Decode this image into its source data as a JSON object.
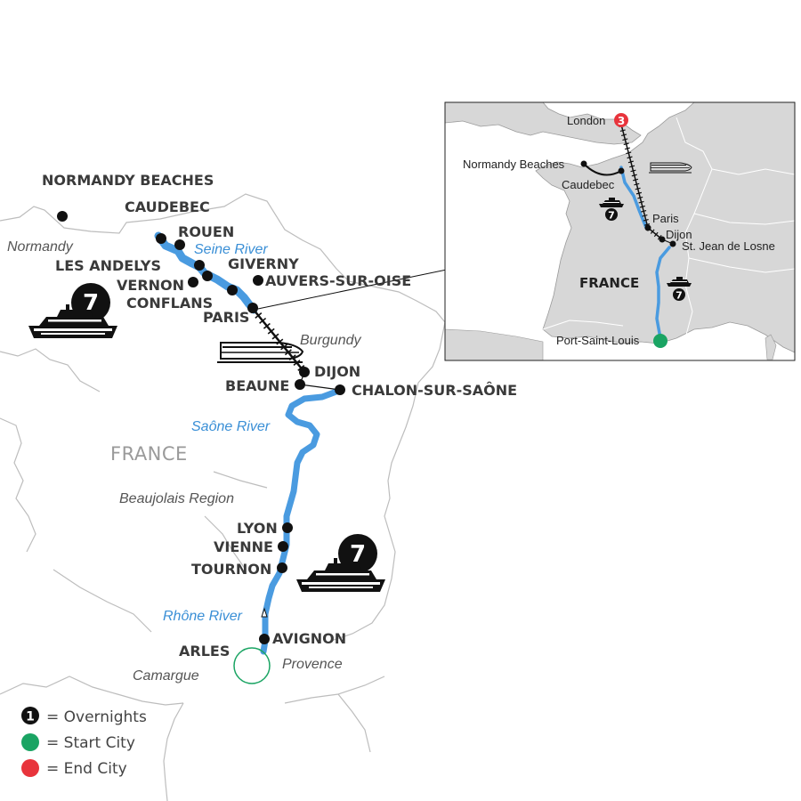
{
  "colors": {
    "river": "#4a9be0",
    "land_border": "#bdbdbd",
    "inset_land": "#d7d7d7",
    "inset_sea": "#ffffff",
    "start": "#1aa463",
    "end": "#e8343c",
    "marker": "#111111"
  },
  "main_map": {
    "cities": [
      {
        "key": "normandy_beaches",
        "label": "NORMANDY BEACHES"
      },
      {
        "key": "caudebec",
        "label": "CAUDEBEC"
      },
      {
        "key": "rouen",
        "label": "ROUEN"
      },
      {
        "key": "les_andelys",
        "label": "LES ANDELYS"
      },
      {
        "key": "giverny",
        "label": "GIVERNY"
      },
      {
        "key": "vernon",
        "label": "VERNON"
      },
      {
        "key": "auvers",
        "label": "AUVERS-SUR-OISE"
      },
      {
        "key": "conflans",
        "label": "CONFLANS"
      },
      {
        "key": "paris",
        "label": "PARIS"
      },
      {
        "key": "dijon",
        "label": "DIJON"
      },
      {
        "key": "beaune",
        "label": "BEAUNE"
      },
      {
        "key": "chalon",
        "label": "CHALON-SUR-SAÔNE"
      },
      {
        "key": "lyon",
        "label": "LYON"
      },
      {
        "key": "vienne",
        "label": "VIENNE"
      },
      {
        "key": "tournon",
        "label": "TOURNON"
      },
      {
        "key": "avignon",
        "label": "AVIGNON"
      },
      {
        "key": "arles",
        "label": "ARLES"
      }
    ],
    "regions": [
      {
        "key": "normandy",
        "label": "Normandy"
      },
      {
        "key": "burgundy",
        "label": "Burgundy"
      },
      {
        "key": "beaujolais",
        "label": "Beaujolais Region"
      },
      {
        "key": "provence",
        "label": "Provence"
      },
      {
        "key": "camargue",
        "label": "Camargue"
      }
    ],
    "rivers": [
      {
        "key": "seine",
        "label": "Seine River"
      },
      {
        "key": "saone",
        "label": "Saône River"
      },
      {
        "key": "rhone",
        "label": "Rhône River"
      }
    ],
    "country": "FRANCE",
    "overnights": [
      {
        "key": "seine_cruise",
        "nights": "7",
        "icon": "river-cruise-ship-icon"
      },
      {
        "key": "rhone_cruise",
        "nights": "7",
        "icon": "river-cruise-ship-icon"
      }
    ]
  },
  "inset_map": {
    "cities": [
      {
        "key": "london",
        "label": "London"
      },
      {
        "key": "normandy_beaches",
        "label": "Normandy Beaches"
      },
      {
        "key": "caudebec",
        "label": "Caudebec"
      },
      {
        "key": "paris",
        "label": "Paris"
      },
      {
        "key": "dijon",
        "label": "Dijon"
      },
      {
        "key": "st_jean",
        "label": "St. Jean de Losne"
      },
      {
        "key": "port_saint_louis",
        "label": "Port-Saint-Louis"
      }
    ],
    "country": "FRANCE",
    "london_nights": "3",
    "overnights": [
      {
        "key": "seine_cruise",
        "nights": "7"
      },
      {
        "key": "rhone_cruise",
        "nights": "7"
      }
    ]
  },
  "legend": [
    {
      "key": "overnights",
      "symbol": "1",
      "text": "= Overnights"
    },
    {
      "key": "start",
      "symbol": "",
      "text": "= Start City"
    },
    {
      "key": "end",
      "symbol": "",
      "text": "= End City"
    }
  ]
}
